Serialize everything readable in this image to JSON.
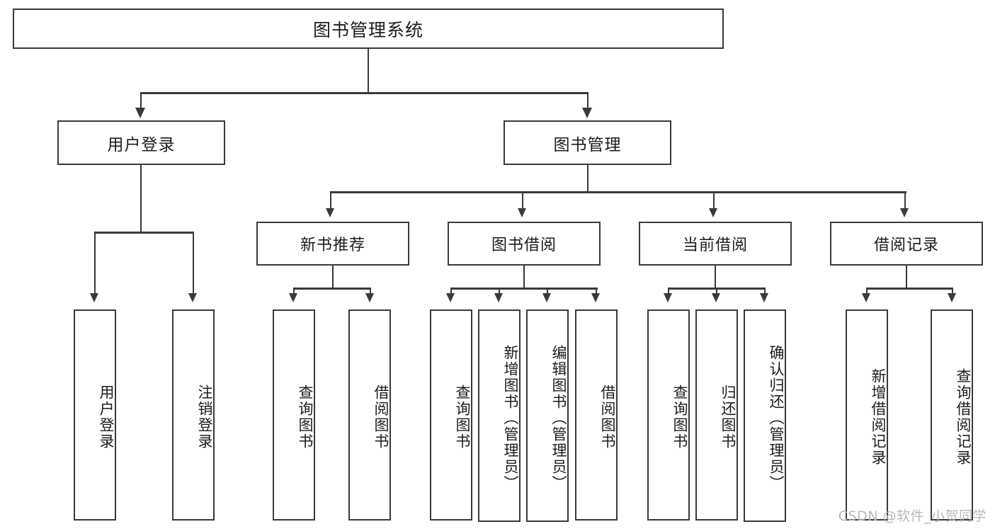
{
  "diagram": {
    "title": "图书管理系统",
    "type": "hierarchy-tree",
    "root": {
      "id": "root",
      "label": "图书管理系统"
    },
    "level2": [
      {
        "id": "user-login",
        "label": "用户登录"
      },
      {
        "id": "book-management",
        "label": "图书管理"
      }
    ],
    "level3": [
      {
        "id": "new-book-recommend",
        "label": "新书推荐"
      },
      {
        "id": "book-borrow",
        "label": "图书借阅"
      },
      {
        "id": "current-borrow",
        "label": "当前借阅"
      },
      {
        "id": "borrow-record",
        "label": "借阅记录"
      }
    ],
    "leaves": {
      "user_login": [
        {
          "id": "leaf-user-login",
          "label": "用户登录"
        },
        {
          "id": "leaf-logout-login",
          "label": "注销登录"
        }
      ],
      "new_book_recommend": [
        {
          "id": "leaf-query-book-1",
          "label": "查询图书"
        },
        {
          "id": "leaf-borrow-book-1",
          "label": "借阅图书"
        }
      ],
      "book_borrow": [
        {
          "id": "leaf-query-book-2",
          "label": "查询图书"
        },
        {
          "id": "leaf-add-book",
          "label": "新增图书（管理员）"
        },
        {
          "id": "leaf-edit-book",
          "label": "编辑图书（管理员）"
        },
        {
          "id": "leaf-borrow-book-2",
          "label": "借阅图书"
        }
      ],
      "current_borrow": [
        {
          "id": "leaf-query-book-3",
          "label": "查询图书"
        },
        {
          "id": "leaf-return-book",
          "label": "归还图书"
        },
        {
          "id": "leaf-confirm-return",
          "label": "确认归还（管理员）"
        }
      ],
      "borrow_record": [
        {
          "id": "leaf-add-record",
          "label": "新增借阅记录"
        },
        {
          "id": "leaf-query-record",
          "label": "查询借阅记录"
        }
      ]
    }
  },
  "watermark": {
    "text": "CSDN @软件_小贺同学"
  },
  "colors": {
    "stroke": "#3a3a3a",
    "text": "#1c1c1c",
    "background": "#ffffff",
    "watermark": "#b9b9b9"
  }
}
